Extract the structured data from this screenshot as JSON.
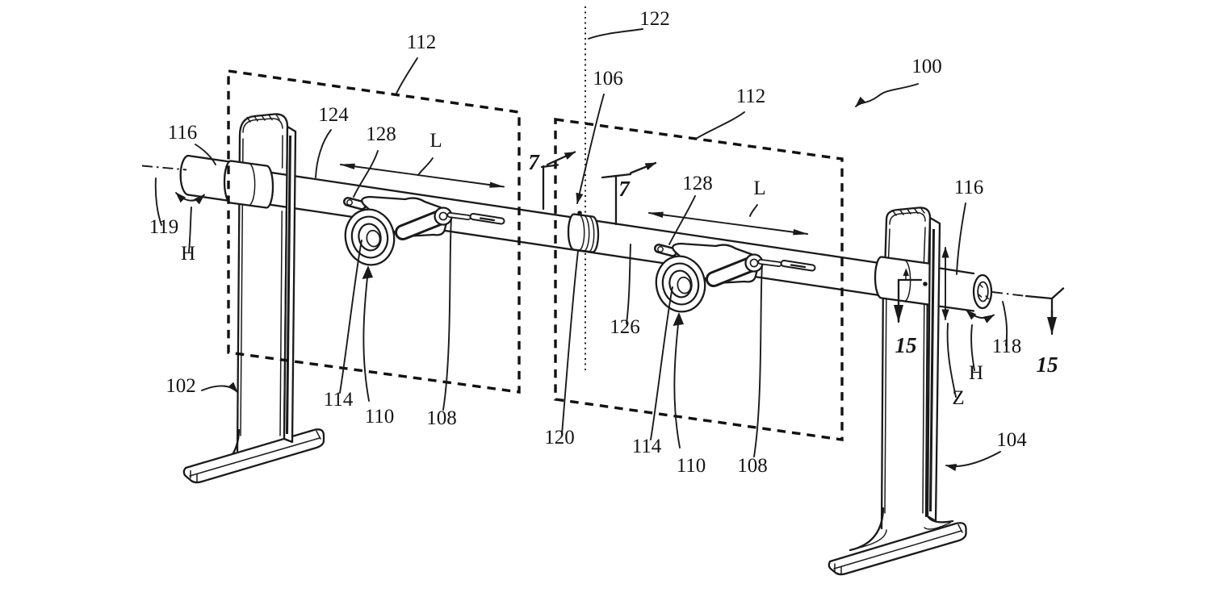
{
  "figure": {
    "kind": "patent-line-drawing",
    "colors": {
      "line": "#1a1a1a",
      "background": "#ffffff"
    },
    "labels": [
      {
        "id": "ref-112-left",
        "text": "112"
      },
      {
        "id": "ref-122",
        "text": "122"
      },
      {
        "id": "ref-100",
        "text": "100"
      },
      {
        "id": "ref-106",
        "text": "106"
      },
      {
        "id": "ref-112-right",
        "text": "112"
      },
      {
        "id": "ref-124",
        "text": "124"
      },
      {
        "id": "ref-116-left",
        "text": "116"
      },
      {
        "id": "ref-128-left",
        "text": "128"
      },
      {
        "id": "dim-L-left",
        "text": "L"
      },
      {
        "id": "sec-7-left",
        "text": "7"
      },
      {
        "id": "ref-116-right",
        "text": "116"
      },
      {
        "id": "sec-7-right",
        "text": "7"
      },
      {
        "id": "dim-L-right",
        "text": "L"
      },
      {
        "id": "ref-128-right",
        "text": "128"
      },
      {
        "id": "ref-119",
        "text": "119"
      },
      {
        "id": "dim-H-left",
        "text": "H"
      },
      {
        "id": "ref-126",
        "text": "126"
      },
      {
        "id": "ref-120",
        "text": "120"
      },
      {
        "id": "ref-102",
        "text": "102"
      },
      {
        "id": "ref-114-left",
        "text": "114"
      },
      {
        "id": "ref-110-left",
        "text": "110"
      },
      {
        "id": "ref-108-left",
        "text": "108"
      },
      {
        "id": "ref-114-right",
        "text": "114"
      },
      {
        "id": "ref-110-right",
        "text": "110"
      },
      {
        "id": "ref-108-right",
        "text": "108"
      },
      {
        "id": "ref-104",
        "text": "104"
      },
      {
        "id": "sec-15-left",
        "text": "15"
      },
      {
        "id": "dim-Z",
        "text": "Z"
      },
      {
        "id": "dim-H-right",
        "text": "H"
      },
      {
        "id": "ref-118",
        "text": "118"
      },
      {
        "id": "sec-15-right",
        "text": "15"
      }
    ]
  }
}
